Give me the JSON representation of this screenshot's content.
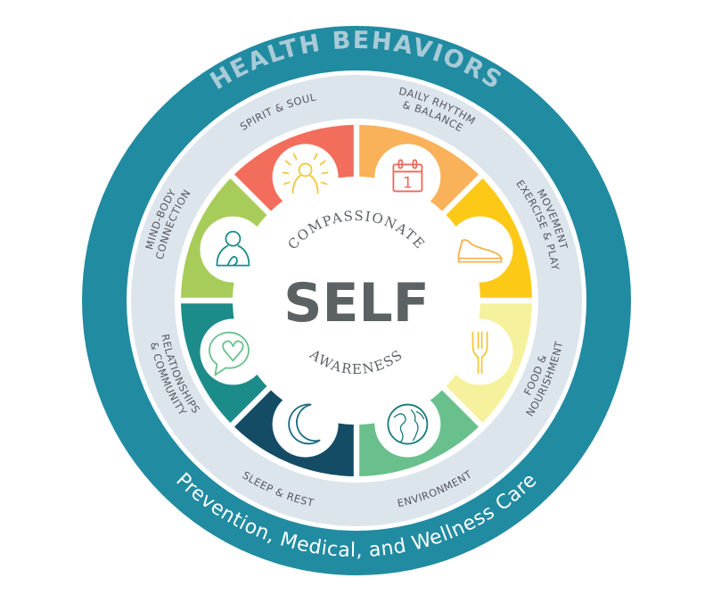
{
  "diagram": {
    "outer_ring": {
      "title": "HEALTH BEHAVIORS",
      "subtitle": "Prevention, Medical, and Wellness Care",
      "color": "#218ba1",
      "title_color": "#a9cbd8",
      "subtitle_color": "#ffffff"
    },
    "label_ring_color": "#dde5ec",
    "center": {
      "title": "SELF",
      "top_arc": "COMPASSIONATE",
      "bottom_arc": "AWARENESS",
      "title_color": "#5c6163",
      "arc_color": "#5c6163"
    },
    "segments": [
      {
        "id": "spirit",
        "label_lines": [
          "SPIRIT & SOUL"
        ],
        "icon": "person-glow-icon",
        "color": "#f26d5b",
        "icon_color": "#f2c83a"
      },
      {
        "id": "daily",
        "label_lines": [
          "DAILY RHYTHM",
          "& BALANCE"
        ],
        "icon": "calendar-icon",
        "calendar_day": "1",
        "color": "#f9b15a",
        "icon_color": "#ea6a5a"
      },
      {
        "id": "movement",
        "label_lines": [
          "MOVEMENT",
          "EXERCISE & PLAY"
        ],
        "icon": "sneaker-icon",
        "color": "#fcc917",
        "icon_color": "#f5b24d"
      },
      {
        "id": "food",
        "label_lines": [
          "FOOD &",
          "NOURISHMENT"
        ],
        "icon": "fork-icon",
        "color": "#f6f19c",
        "icon_color": "#f2c83a"
      },
      {
        "id": "environment",
        "label_lines": [
          "ENVIRONMENT"
        ],
        "icon": "globe-icon",
        "color": "#69c08d",
        "icon_color": "#1a7b7e"
      },
      {
        "id": "sleep",
        "label_lines": [
          "SLEEP & REST"
        ],
        "icon": "moon-icon",
        "color": "#154c65",
        "icon_color": "#1a6a80"
      },
      {
        "id": "relationships",
        "label_lines": [
          "RELATIONSHIPS",
          "& COMMUNITY"
        ],
        "icon": "heart-speech-bubble-icon",
        "color": "#1c8c8a",
        "icon_color": "#69c08d"
      },
      {
        "id": "mindbody",
        "label_lines": [
          "MIND-BODY",
          "CONNECTION"
        ],
        "icon": "meditating-person-icon",
        "color": "#a8cc5a",
        "icon_color": "#1c8c8a"
      }
    ]
  }
}
